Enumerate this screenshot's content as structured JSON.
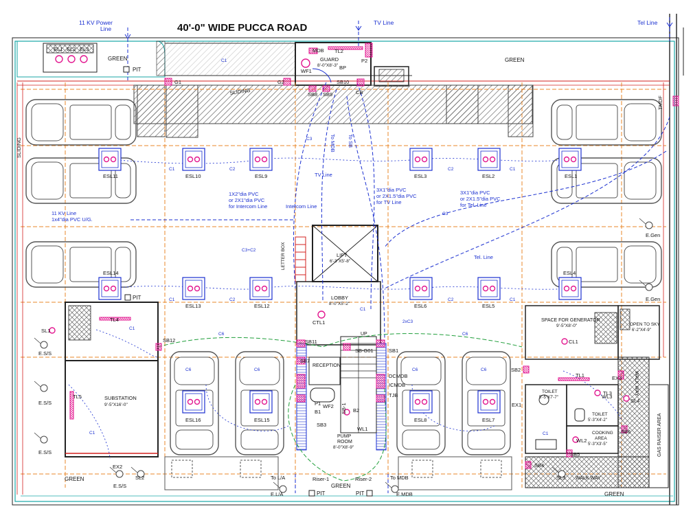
{
  "road_title": "40'-0\"  WIDE  PUCCA ROAD",
  "service_lines": {
    "power": "11 KV Power",
    "power_2": "Line",
    "tv": "TV Line",
    "tel": "Tel Line"
  },
  "rooms": {
    "guard": "GUARD",
    "guard_size": "8'-0\"X8'-3\"",
    "lift": "LIFT",
    "lift_size": "6'-3\"X5'-8\"",
    "lobby": "LOBBY",
    "lobby_size": "8'-0\"X5'-2\"",
    "letter_box": "LETTER BOX",
    "reception": "RECEPTION",
    "pump_room": "PUMP",
    "pump_room_2": "ROOM",
    "pump_room_size": "8'-0\"X8'-9\"",
    "substation": "SUBSTATION",
    "substation_size": "9'-5\"X16'-0\"",
    "generator": "SPACE FOR GENERATOR",
    "generator_size": "9'-5\"X8'-0\"",
    "open_sky": "OPEN TO SKY",
    "open_sky_size": "6'-2\"X4'-9\"",
    "toilet1": "TOILET",
    "toilet1_size": "5'-5\"X7'-7\"",
    "toilet2": "TOILET",
    "toilet2_size": "5'-3\"X4'-2\"",
    "cooking": "COOKING",
    "cooking_2": "AREA",
    "cooking_size": "5'-3\"X3'-5\"",
    "walk_way": "WALK WAY",
    "walk_way_v": "WALK WAY",
    "gas_riser": "GAS RAISER AREA",
    "up": "UP"
  },
  "greens": [
    "GREEN",
    "GREEN",
    "GREEN",
    "GREEN",
    "GREEN"
  ],
  "pits": [
    "PIT",
    "PIT",
    "PIT",
    "PIT"
  ],
  "sliding": [
    "SLIDING",
    "SLIDING"
  ],
  "esl_labels": [
    "ESL1",
    "ESL2",
    "ESL3",
    "ESL4",
    "ESL5",
    "ESL6",
    "ESL7",
    "ESL8",
    "ESL9",
    "ESL10",
    "ESL11",
    "ESL12",
    "ESL13",
    "ESL14",
    "ESL15",
    "ESL16"
  ],
  "el_labels": [
    "EL1",
    "EL2",
    "EL3"
  ],
  "switchboards": [
    "SB1",
    "SB2",
    "SB3",
    "SB4",
    "SB5",
    "SB6",
    "SB7",
    "SB8",
    "SB9",
    "SB10",
    "SB11",
    "SB12",
    "SB-G01",
    "SB-1"
  ],
  "panels": [
    "MDB",
    "TL2",
    "TL1",
    "TL4",
    "TL5",
    "TL3",
    "CB",
    "BP",
    "P2",
    "DCMDB",
    "ICMDB",
    "TJB",
    "TMDF",
    "CTL1",
    "CL1",
    "WF1",
    "WF2",
    "WL1",
    "WL2",
    "WL3",
    "EX1",
    "EX2",
    "EX3",
    "SL1",
    "SL2",
    "SL3",
    "SL4",
    "G1",
    "G2",
    "P1",
    "B1",
    "B2"
  ],
  "bulkheads": [
    "E.S/S",
    "E.S/S",
    "E.S/S",
    "E.S/S",
    "E.Gen",
    "E.Gen",
    "E.L/A",
    "E.MDB",
    "To L/A",
    "To MDB",
    "Riser-1",
    "Riser-2"
  ],
  "notes": {
    "intercom": [
      "1X2\"dia PVC",
      "or 2X1\"dia PVC",
      "for Intercom Line"
    ],
    "tv": [
      "3X1\"dia PVC",
      "or 2X1.5\"dia PVC",
      "for TV Line"
    ],
    "tel": [
      "3X1\"dia PVC",
      "or 2X1.5\"dia PVC",
      "for Tel. Line"
    ],
    "kv": [
      "11 KV Line",
      "1x4\"dia PVC U/G."
    ],
    "tv_line": "TV Line",
    "intercom_line": "Intercom Line",
    "tel_line": "Tel. Line",
    "to_sb": "To SB",
    "to_mdb": "To MDB"
  },
  "circuits": [
    "C1",
    "C2",
    "C3",
    "C6",
    "C3+C2",
    "2xC3"
  ],
  "colors": {
    "pink": "#e2168f",
    "blue": "#1a2fd0",
    "orange": "#e8872a",
    "red": "#d3201f",
    "green": "#1f9e3a",
    "hatch": "#555555"
  }
}
